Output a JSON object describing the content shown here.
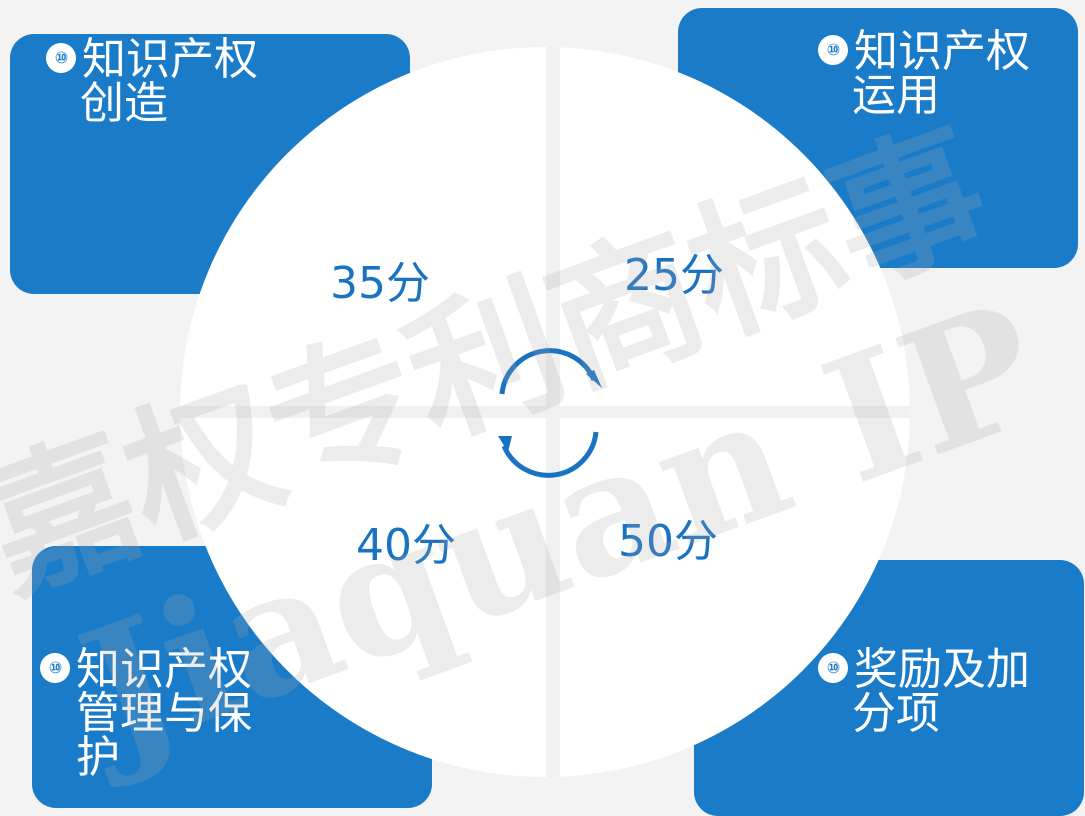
{
  "bullet": "⑩",
  "cards": {
    "top_left": {
      "line1": "知识产权",
      "line2": "创造"
    },
    "top_right": {
      "line1": "知识产权",
      "line2": "运用"
    },
    "bottom_left": {
      "line1": "知识产权",
      "line2": "管理与保",
      "line3": "护"
    },
    "bottom_right": {
      "line1": "奖励及加",
      "line2": "分项"
    }
  },
  "scores": {
    "top_left": "35分",
    "top_right": "25分",
    "bottom_left": "40分",
    "bottom_right": "50分"
  },
  "watermark": {
    "line1": "嘉权专利商标事",
    "line2": "Jiaquan IP"
  },
  "colors": {
    "card": "#1a7bc8",
    "score_text": "#1a73c2",
    "background": "#f3f3f3"
  },
  "icons": {
    "center": "cycle-arrows-icon",
    "bullet": "circled-ten-icon"
  }
}
